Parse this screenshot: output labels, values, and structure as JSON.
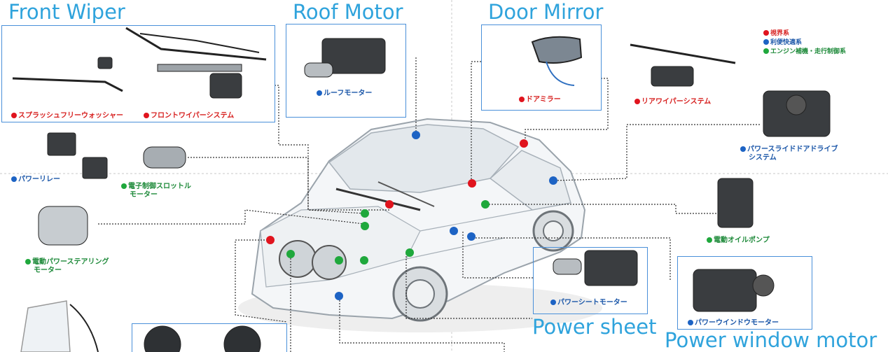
{
  "titles": {
    "front_wiper": "Front Wiper",
    "roof_motor": "Roof Motor",
    "door_mirror": "Door Mirror",
    "power_sheet": "Power sheet",
    "power_window_motor": "Power window motor"
  },
  "legend": {
    "visibility": "視界系",
    "comfort": "利便快適系",
    "engine": "エンジン補機・走行制御系"
  },
  "labels": {
    "splash_free_washer": "スプラッシュフリーウォッシャー",
    "front_wiper_system": "フロントワイパーシステム",
    "roof_motor": "ルーフモーター",
    "door_mirror": "ドアミラー",
    "rear_wiper_system": "リアワイパーシステム",
    "power_slide_door_line1": "パワースライドドアドライブ",
    "power_slide_door_line2": "システム",
    "power_relay": "パワーリレー",
    "throttle_motor_line1": "電子制御スロットル",
    "throttle_motor_line2": "モーター",
    "eps_motor_line1": "電動パワーステアリング",
    "eps_motor_line2": "モーター",
    "electric_oil_pump": "電動オイルポンプ",
    "power_seat_motor": "パワーシートモーター",
    "power_window_motor": "パワーウインドウモーター"
  },
  "colors": {
    "visibility": "#e0141e",
    "comfort": "#1d63c4",
    "engine": "#1fa83c",
    "title": "#2fa3dc",
    "frame": "#4a90d9"
  }
}
